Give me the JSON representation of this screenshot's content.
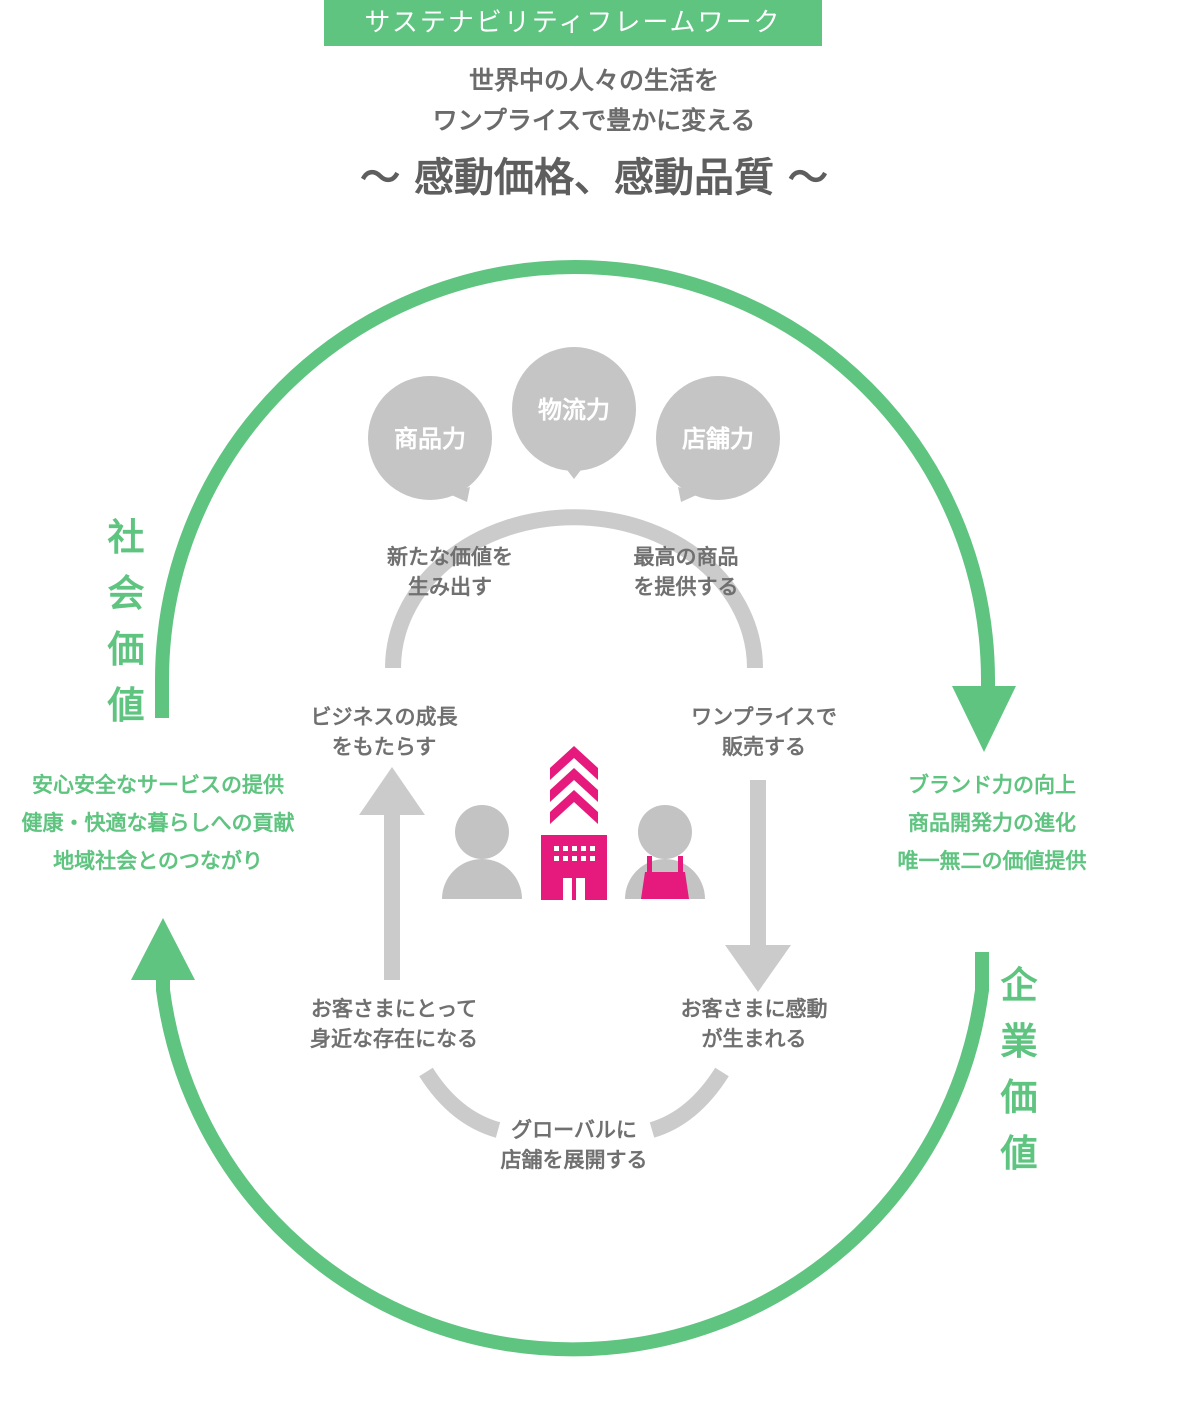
{
  "header": {
    "badge": "サステナビリティフレームワーク",
    "mission_line1": "世界中の人々の生活を",
    "mission_line2": "ワンプライスで豊かに変える",
    "tagline": "～ 感動価格、感動品質 ～"
  },
  "strengths": [
    "商品力",
    "物流力",
    "店舗力"
  ],
  "cycle": {
    "top_left": [
      "新たな価値を",
      "生み出す"
    ],
    "top_right": [
      "最高の商品",
      "を提供する"
    ],
    "mid_left": [
      "ビジネスの成長",
      "をもたらす"
    ],
    "mid_right": [
      "ワンプライスで",
      "販売する"
    ],
    "bottom_left": [
      "お客さまにとって",
      "身近な存在になる"
    ],
    "bottom_right": [
      "お客さまに感動",
      "が生まれる"
    ],
    "bottom": [
      "グローバルに",
      "店舗を展開する"
    ]
  },
  "social_value": {
    "title_chars": [
      "社",
      "会",
      "価",
      "値"
    ],
    "items": [
      "安心安全なサービスの提供",
      "健康・快適な暮らしへの貢献",
      "地域社会とのつながり"
    ]
  },
  "corporate_value": {
    "title_chars": [
      "企",
      "業",
      "価",
      "値"
    ],
    "items": [
      "ブランド力の向上",
      "商品開発力の進化",
      "唯一無二の価値提供"
    ]
  },
  "colors": {
    "green": "#5ec480",
    "gray": "#c8c8c8",
    "pink": "#e6197d",
    "text_gray": "#707070"
  },
  "icons": [
    "customer-icon",
    "store-building-icon",
    "staff-apron-icon",
    "growth-chevrons-icon"
  ]
}
